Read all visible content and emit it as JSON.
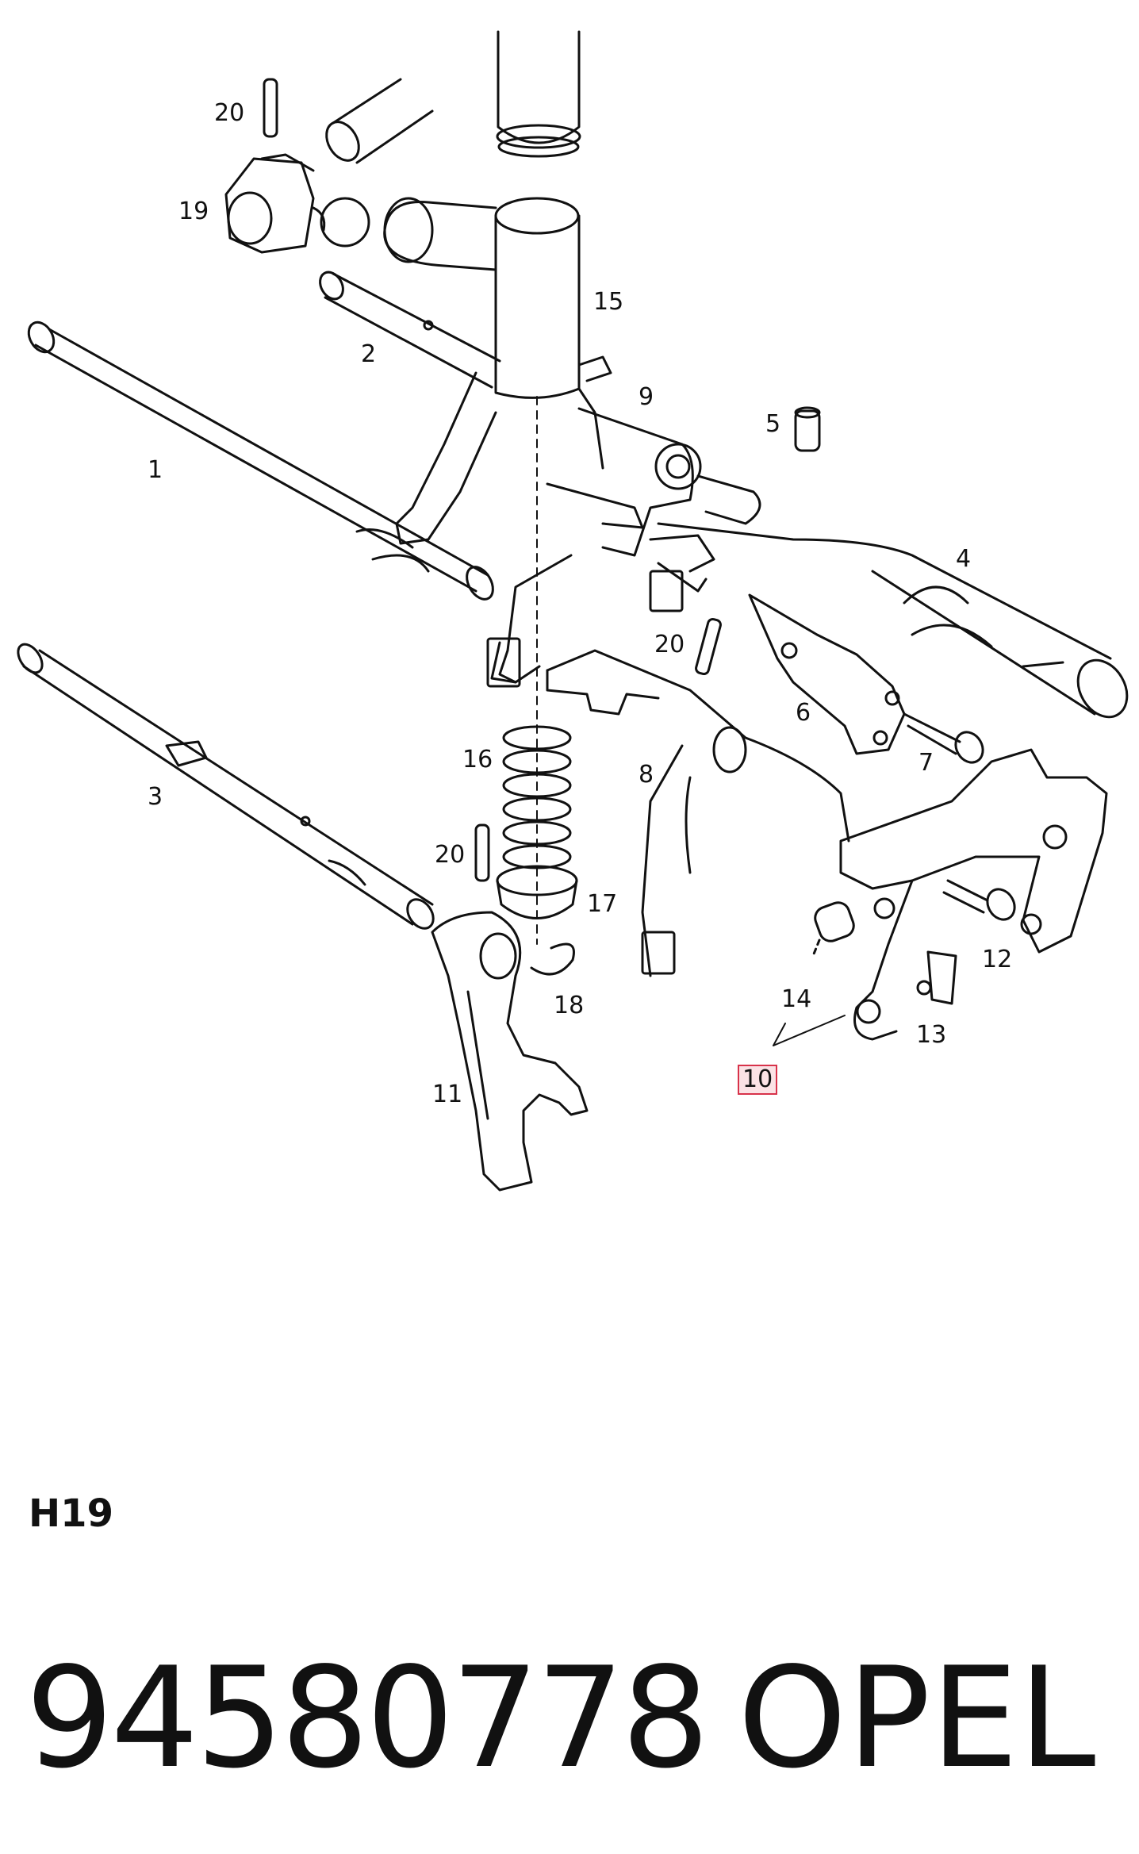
{
  "callouts": [
    {
      "id": "c20a",
      "text": "20"
    },
    {
      "id": "c19",
      "text": "19"
    },
    {
      "id": "c15",
      "text": "15"
    },
    {
      "id": "c2",
      "text": "2"
    },
    {
      "id": "c9",
      "text": "9"
    },
    {
      "id": "c5",
      "text": "5"
    },
    {
      "id": "c1",
      "text": "1"
    },
    {
      "id": "c4",
      "text": "4"
    },
    {
      "id": "c20b",
      "text": "20"
    },
    {
      "id": "c6",
      "text": "6"
    },
    {
      "id": "c7",
      "text": "7"
    },
    {
      "id": "c16",
      "text": "16"
    },
    {
      "id": "c8",
      "text": "8"
    },
    {
      "id": "c3",
      "text": "3"
    },
    {
      "id": "c20c",
      "text": "20"
    },
    {
      "id": "c17",
      "text": "17"
    },
    {
      "id": "c12",
      "text": "12"
    },
    {
      "id": "c14",
      "text": "14"
    },
    {
      "id": "c18",
      "text": "18"
    },
    {
      "id": "c13",
      "text": "13"
    },
    {
      "id": "c11",
      "text": "11"
    },
    {
      "id": "c10",
      "text": "10",
      "highlighted": true
    }
  ],
  "section_code": "H19",
  "part_number": "94580778",
  "brand": "OPEL",
  "colors": {
    "ink": "#111111",
    "highlight_border": "#d8324a",
    "highlight_fill": "#fbe2e5"
  }
}
